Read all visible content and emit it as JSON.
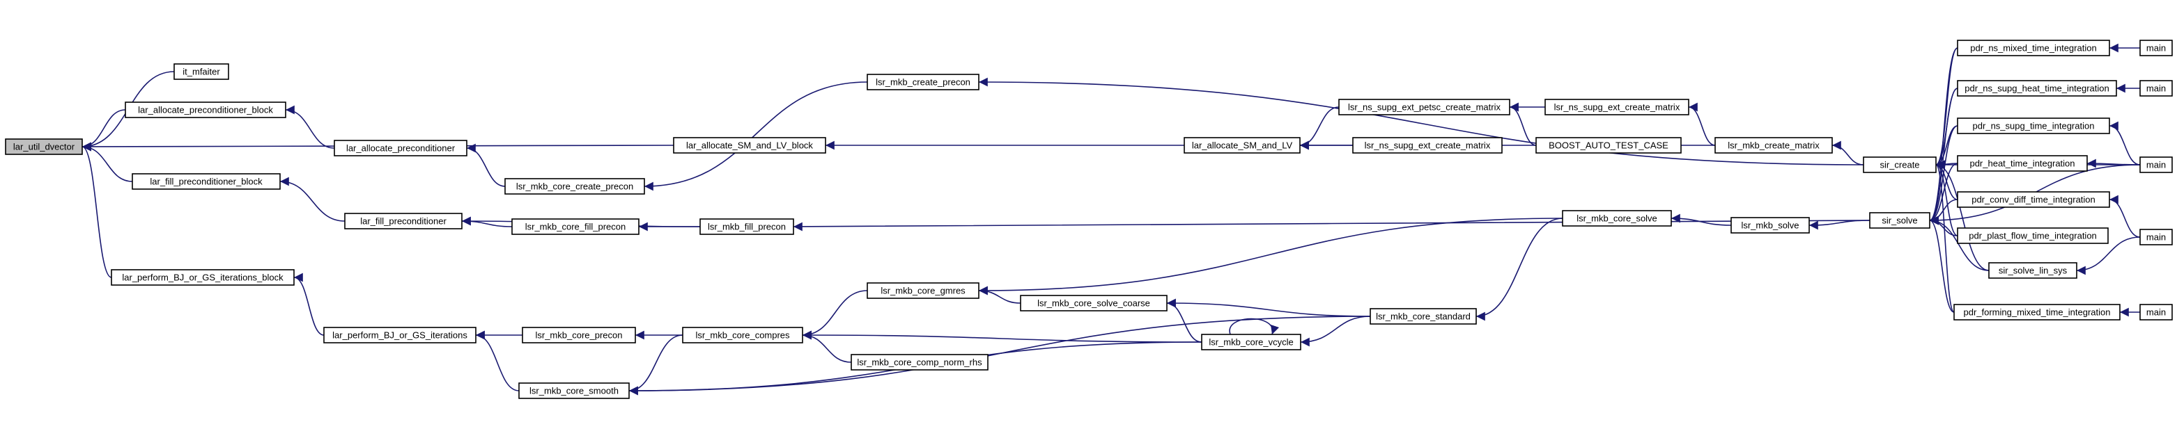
{
  "graph": {
    "root": "n0",
    "colors": {
      "edge": "#191970",
      "node_fill": "#ffffff",
      "root_fill": "#bfbfbf",
      "border": "#000000"
    },
    "nodes": [
      {
        "id": "n0",
        "label": "lar_util_dvector"
      },
      {
        "id": "n1",
        "label": "it_mfaiter"
      },
      {
        "id": "n2",
        "label": "lar_allocate_preconditioner_block"
      },
      {
        "id": "n3",
        "label": "lar_allocate_preconditioner"
      },
      {
        "id": "n4",
        "label": "lsr_mkb_core_create_precon"
      },
      {
        "id": "n5",
        "label": "lsr_mkb_create_precon"
      },
      {
        "id": "n6",
        "label": "lar_allocate_SM_and_LV_block"
      },
      {
        "id": "n7",
        "label": "lar_allocate_SM_and_LV"
      },
      {
        "id": "n8",
        "label": "lsr_ns_supg_ext_petsc_create_matrix"
      },
      {
        "id": "n9",
        "label": "lsr_ns_supg_ext_create_matrix"
      },
      {
        "id": "n10",
        "label": "lsr_ns_supg_ext_create_matrix"
      },
      {
        "id": "n11",
        "label": "BOOST_AUTO_TEST_CASE"
      },
      {
        "id": "n12",
        "label": "lsr_mkb_create_matrix"
      },
      {
        "id": "n13",
        "label": "sir_create"
      },
      {
        "id": "n14",
        "label": "lar_fill_preconditioner_block"
      },
      {
        "id": "n15",
        "label": "lar_fill_preconditioner"
      },
      {
        "id": "n16",
        "label": "lsr_mkb_core_fill_precon"
      },
      {
        "id": "n17",
        "label": "lsr_mkb_fill_precon"
      },
      {
        "id": "n18",
        "label": "sir_solve"
      },
      {
        "id": "n19",
        "label": "lar_perform_BJ_or_GS_iterations_block"
      },
      {
        "id": "n20",
        "label": "lar_perform_BJ_or_GS_iterations"
      },
      {
        "id": "n21",
        "label": "lsr_mkb_core_precon"
      },
      {
        "id": "n22",
        "label": "lsr_mkb_core_smooth"
      },
      {
        "id": "n23",
        "label": "lsr_mkb_core_compres"
      },
      {
        "id": "n24",
        "label": "lsr_mkb_core_gmres"
      },
      {
        "id": "n25",
        "label": "lsr_mkb_core_comp_norm_rhs"
      },
      {
        "id": "n26",
        "label": "lsr_mkb_core_solve_coarse"
      },
      {
        "id": "n27",
        "label": "lsr_mkb_core_vcycle"
      },
      {
        "id": "n28",
        "label": "lsr_mkb_core_standard"
      },
      {
        "id": "n29",
        "label": "lsr_mkb_core_solve"
      },
      {
        "id": "n30",
        "label": "lsr_mkb_solve"
      },
      {
        "id": "n31",
        "label": "pdr_ns_mixed_time_integration"
      },
      {
        "id": "n32",
        "label": "pdr_ns_supg_heat_time_integration"
      },
      {
        "id": "n33",
        "label": "pdr_ns_supg_time_integration"
      },
      {
        "id": "n34",
        "label": "pdr_heat_time_integration"
      },
      {
        "id": "n35",
        "label": "pdr_conv_diff_time_integration"
      },
      {
        "id": "n36",
        "label": "pdr_plast_flow_time_integration"
      },
      {
        "id": "n37",
        "label": "sir_solve_lin_sys"
      },
      {
        "id": "n38",
        "label": "pdr_forming_mixed_time_integration"
      },
      {
        "id": "n39",
        "label": "main"
      },
      {
        "id": "n40",
        "label": "main"
      },
      {
        "id": "n41",
        "label": "main"
      },
      {
        "id": "n42",
        "label": "main"
      },
      {
        "id": "n43",
        "label": "main"
      },
      {
        "id": "n44",
        "label": "main"
      }
    ],
    "edges": [
      [
        "n1",
        "n0"
      ],
      [
        "n2",
        "n0"
      ],
      [
        "n6",
        "n0"
      ],
      [
        "n14",
        "n0"
      ],
      [
        "n19",
        "n0"
      ],
      [
        "n3",
        "n2"
      ],
      [
        "n4",
        "n3"
      ],
      [
        "n5",
        "n4"
      ],
      [
        "n13",
        "n5"
      ],
      [
        "n7",
        "n6"
      ],
      [
        "n8",
        "n7"
      ],
      [
        "n10",
        "n7"
      ],
      [
        "n12",
        "n7"
      ],
      [
        "n9",
        "n8"
      ],
      [
        "n11",
        "n8"
      ],
      [
        "n12",
        "n9"
      ],
      [
        "n13",
        "n12"
      ],
      [
        "n15",
        "n14"
      ],
      [
        "n16",
        "n15"
      ],
      [
        "n17",
        "n15"
      ],
      [
        "n17",
        "n16"
      ],
      [
        "n18",
        "n17"
      ],
      [
        "n20",
        "n19"
      ],
      [
        "n21",
        "n20"
      ],
      [
        "n22",
        "n20"
      ],
      [
        "n23",
        "n21"
      ],
      [
        "n23",
        "n22"
      ],
      [
        "n27",
        "n22"
      ],
      [
        "n28",
        "n22"
      ],
      [
        "n24",
        "n23"
      ],
      [
        "n25",
        "n23"
      ],
      [
        "n27",
        "n23"
      ],
      [
        "n26",
        "n24"
      ],
      [
        "n29",
        "n24"
      ],
      [
        "n27",
        "n26"
      ],
      [
        "n28",
        "n26"
      ],
      [
        "n27",
        "n27"
      ],
      [
        "n28",
        "n27"
      ],
      [
        "n29",
        "n28"
      ],
      [
        "n30",
        "n29"
      ],
      [
        "n18",
        "n30"
      ],
      [
        "n31",
        "n13"
      ],
      [
        "n32",
        "n13"
      ],
      [
        "n33",
        "n13"
      ],
      [
        "n34",
        "n13"
      ],
      [
        "n35",
        "n13"
      ],
      [
        "n36",
        "n13"
      ],
      [
        "n37",
        "n13"
      ],
      [
        "n38",
        "n13"
      ],
      [
        "n41",
        "n13"
      ],
      [
        "n31",
        "n18"
      ],
      [
        "n32",
        "n18"
      ],
      [
        "n33",
        "n18"
      ],
      [
        "n34",
        "n18"
      ],
      [
        "n35",
        "n18"
      ],
      [
        "n36",
        "n18"
      ],
      [
        "n37",
        "n18"
      ],
      [
        "n38",
        "n18"
      ],
      [
        "n41",
        "n18"
      ],
      [
        "n39",
        "n31"
      ],
      [
        "n40",
        "n32"
      ],
      [
        "n41",
        "n33"
      ],
      [
        "n41",
        "n34"
      ],
      [
        "n42",
        "n35"
      ],
      [
        "n42",
        "n37"
      ],
      [
        "n44",
        "n38"
      ]
    ]
  }
}
